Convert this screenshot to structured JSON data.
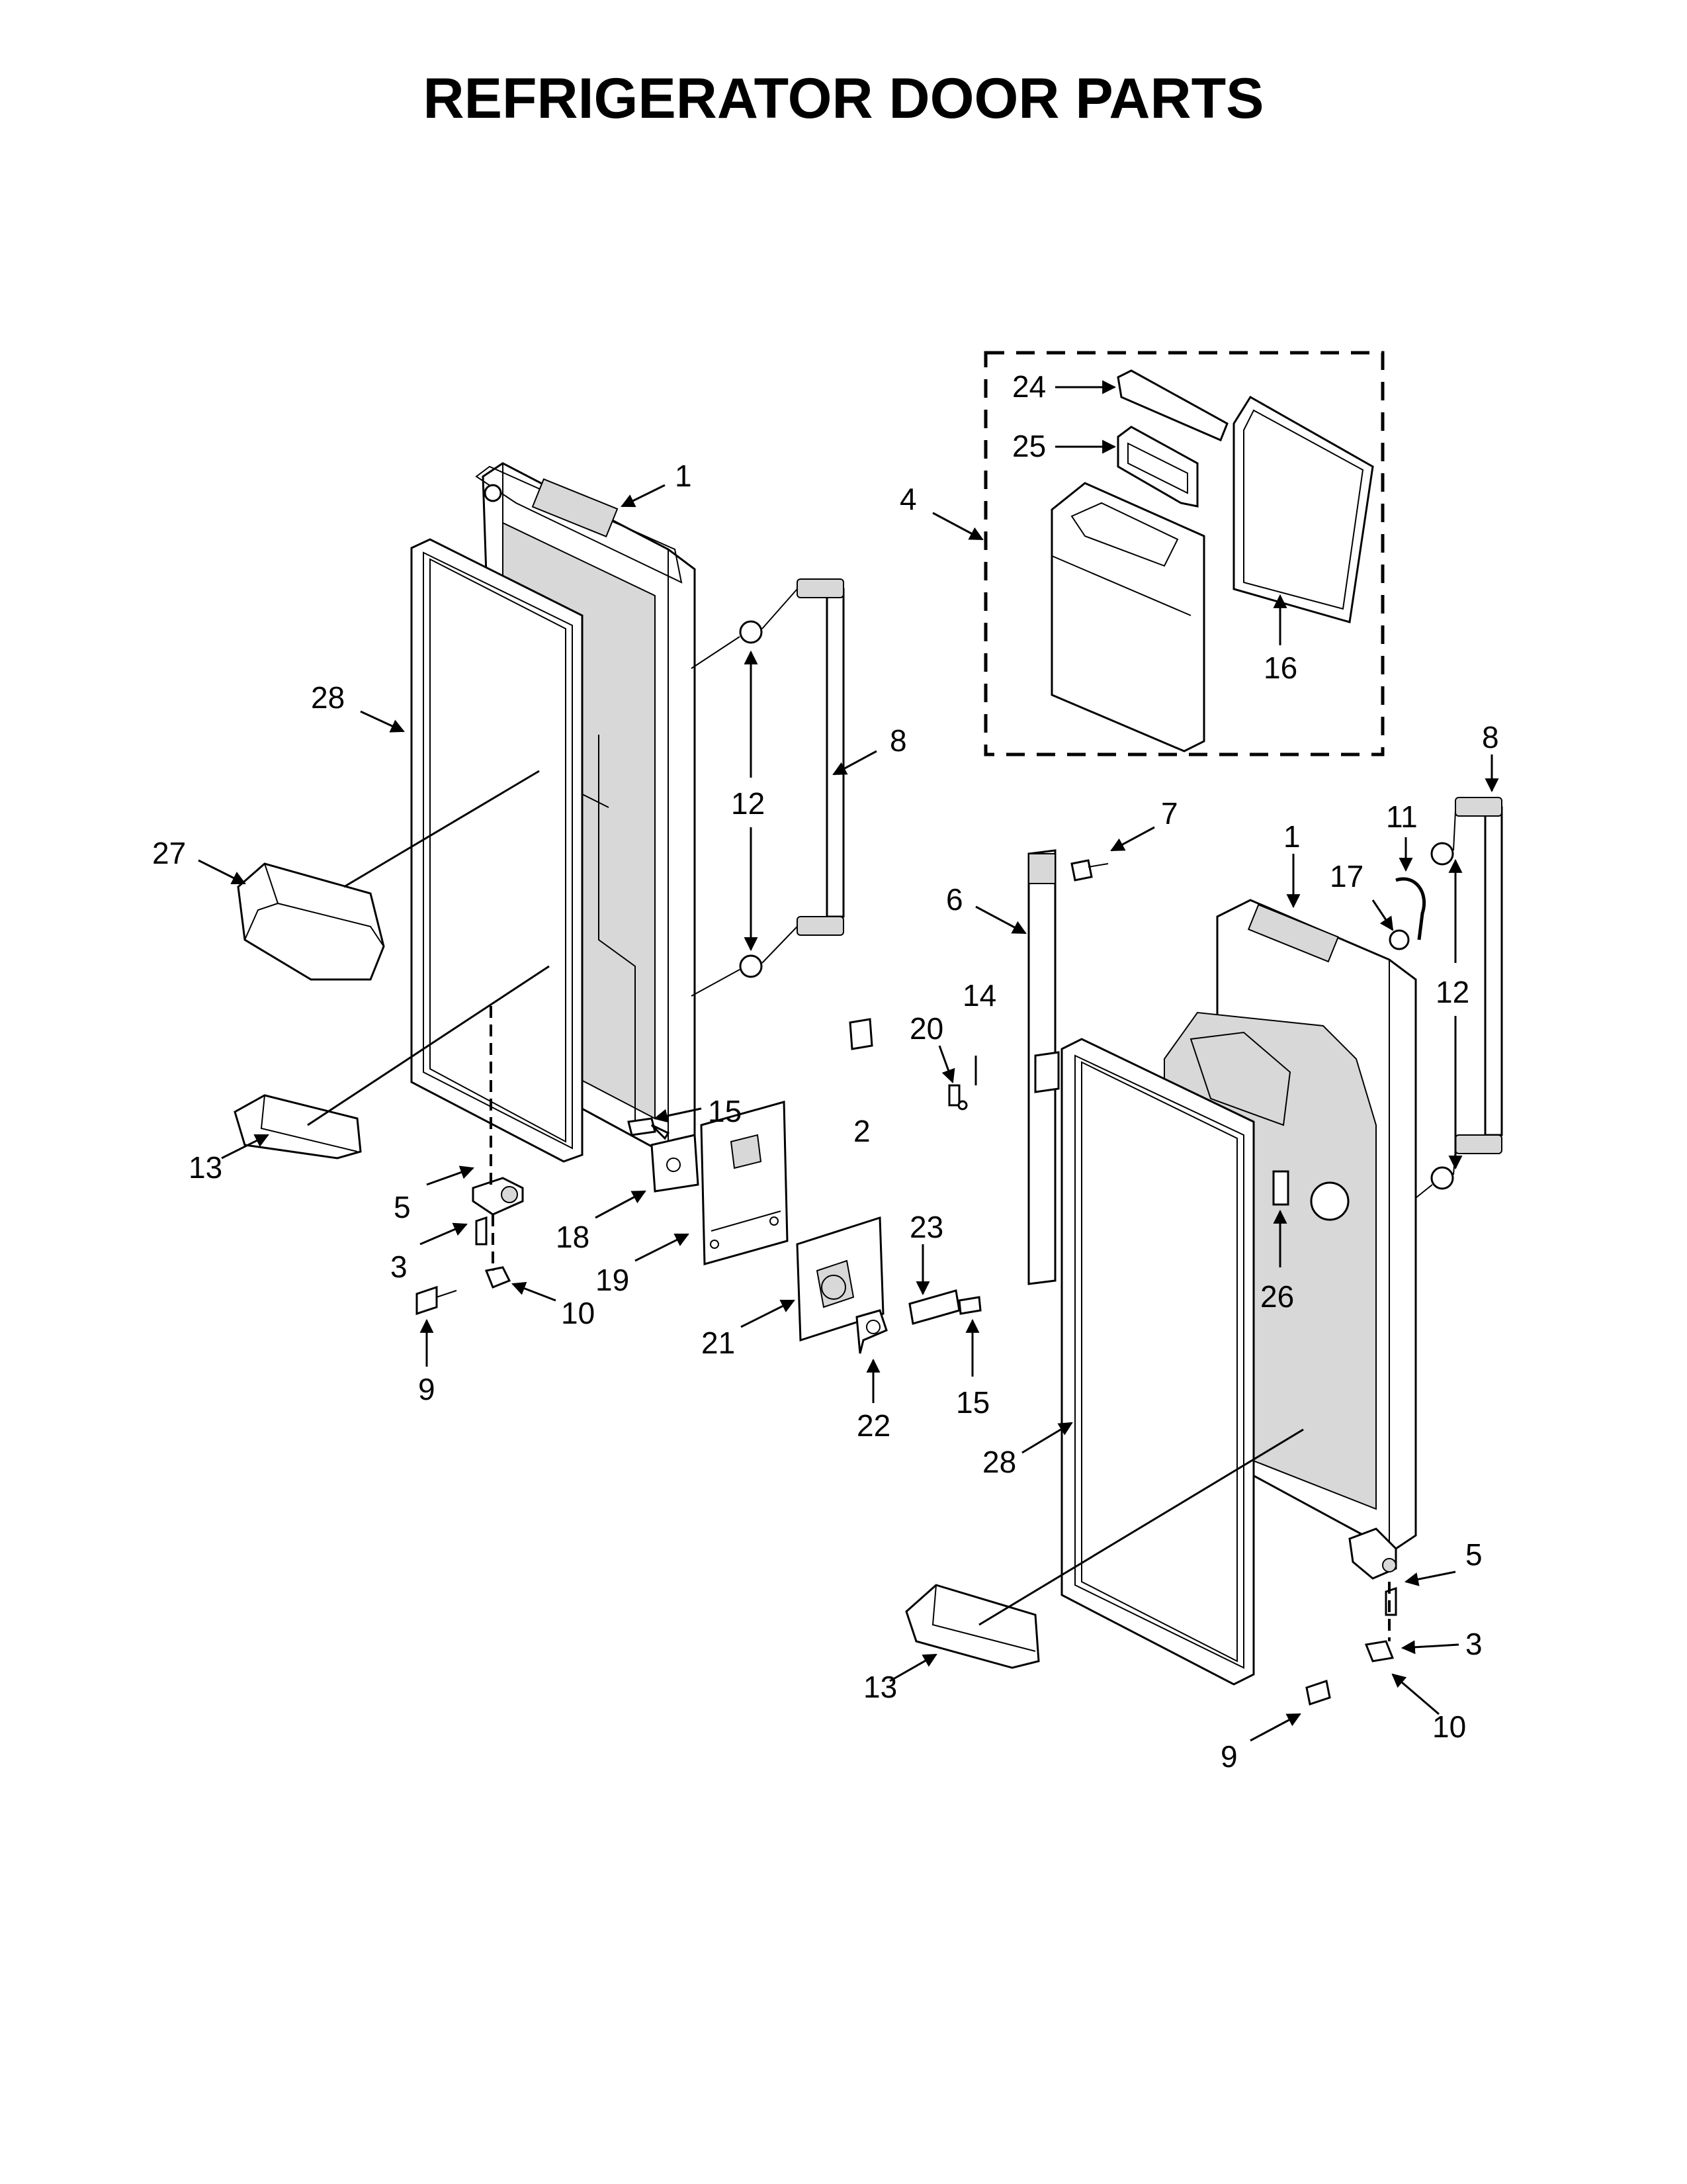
{
  "title": "REFRIGERATOR DOOR PARTS",
  "callouts": {
    "left_1": "1",
    "left_28": "28",
    "left_27": "27",
    "left_13": "13",
    "left_5": "5",
    "left_3": "3",
    "left_9": "9",
    "left_10": "10",
    "left_12": "12",
    "left_8": "8",
    "mid_15": "15",
    "mid_18": "18",
    "mid_19": "19",
    "mid_2": "2",
    "mid_20": "20",
    "mid_14": "14",
    "mid_21": "21",
    "mid_22": "22",
    "mid_23": "23",
    "mid_15b": "15",
    "kit_4": "4",
    "kit_24": "24",
    "kit_25": "25",
    "kit_16": "16",
    "right_6": "6",
    "right_7": "7",
    "right_1": "1",
    "right_17": "17",
    "right_11": "11",
    "right_8": "8",
    "right_12": "12",
    "right_26": "26",
    "right_28": "28",
    "right_13": "13",
    "right_5": "5",
    "right_3": "3",
    "right_10": "10",
    "right_9": "9"
  }
}
